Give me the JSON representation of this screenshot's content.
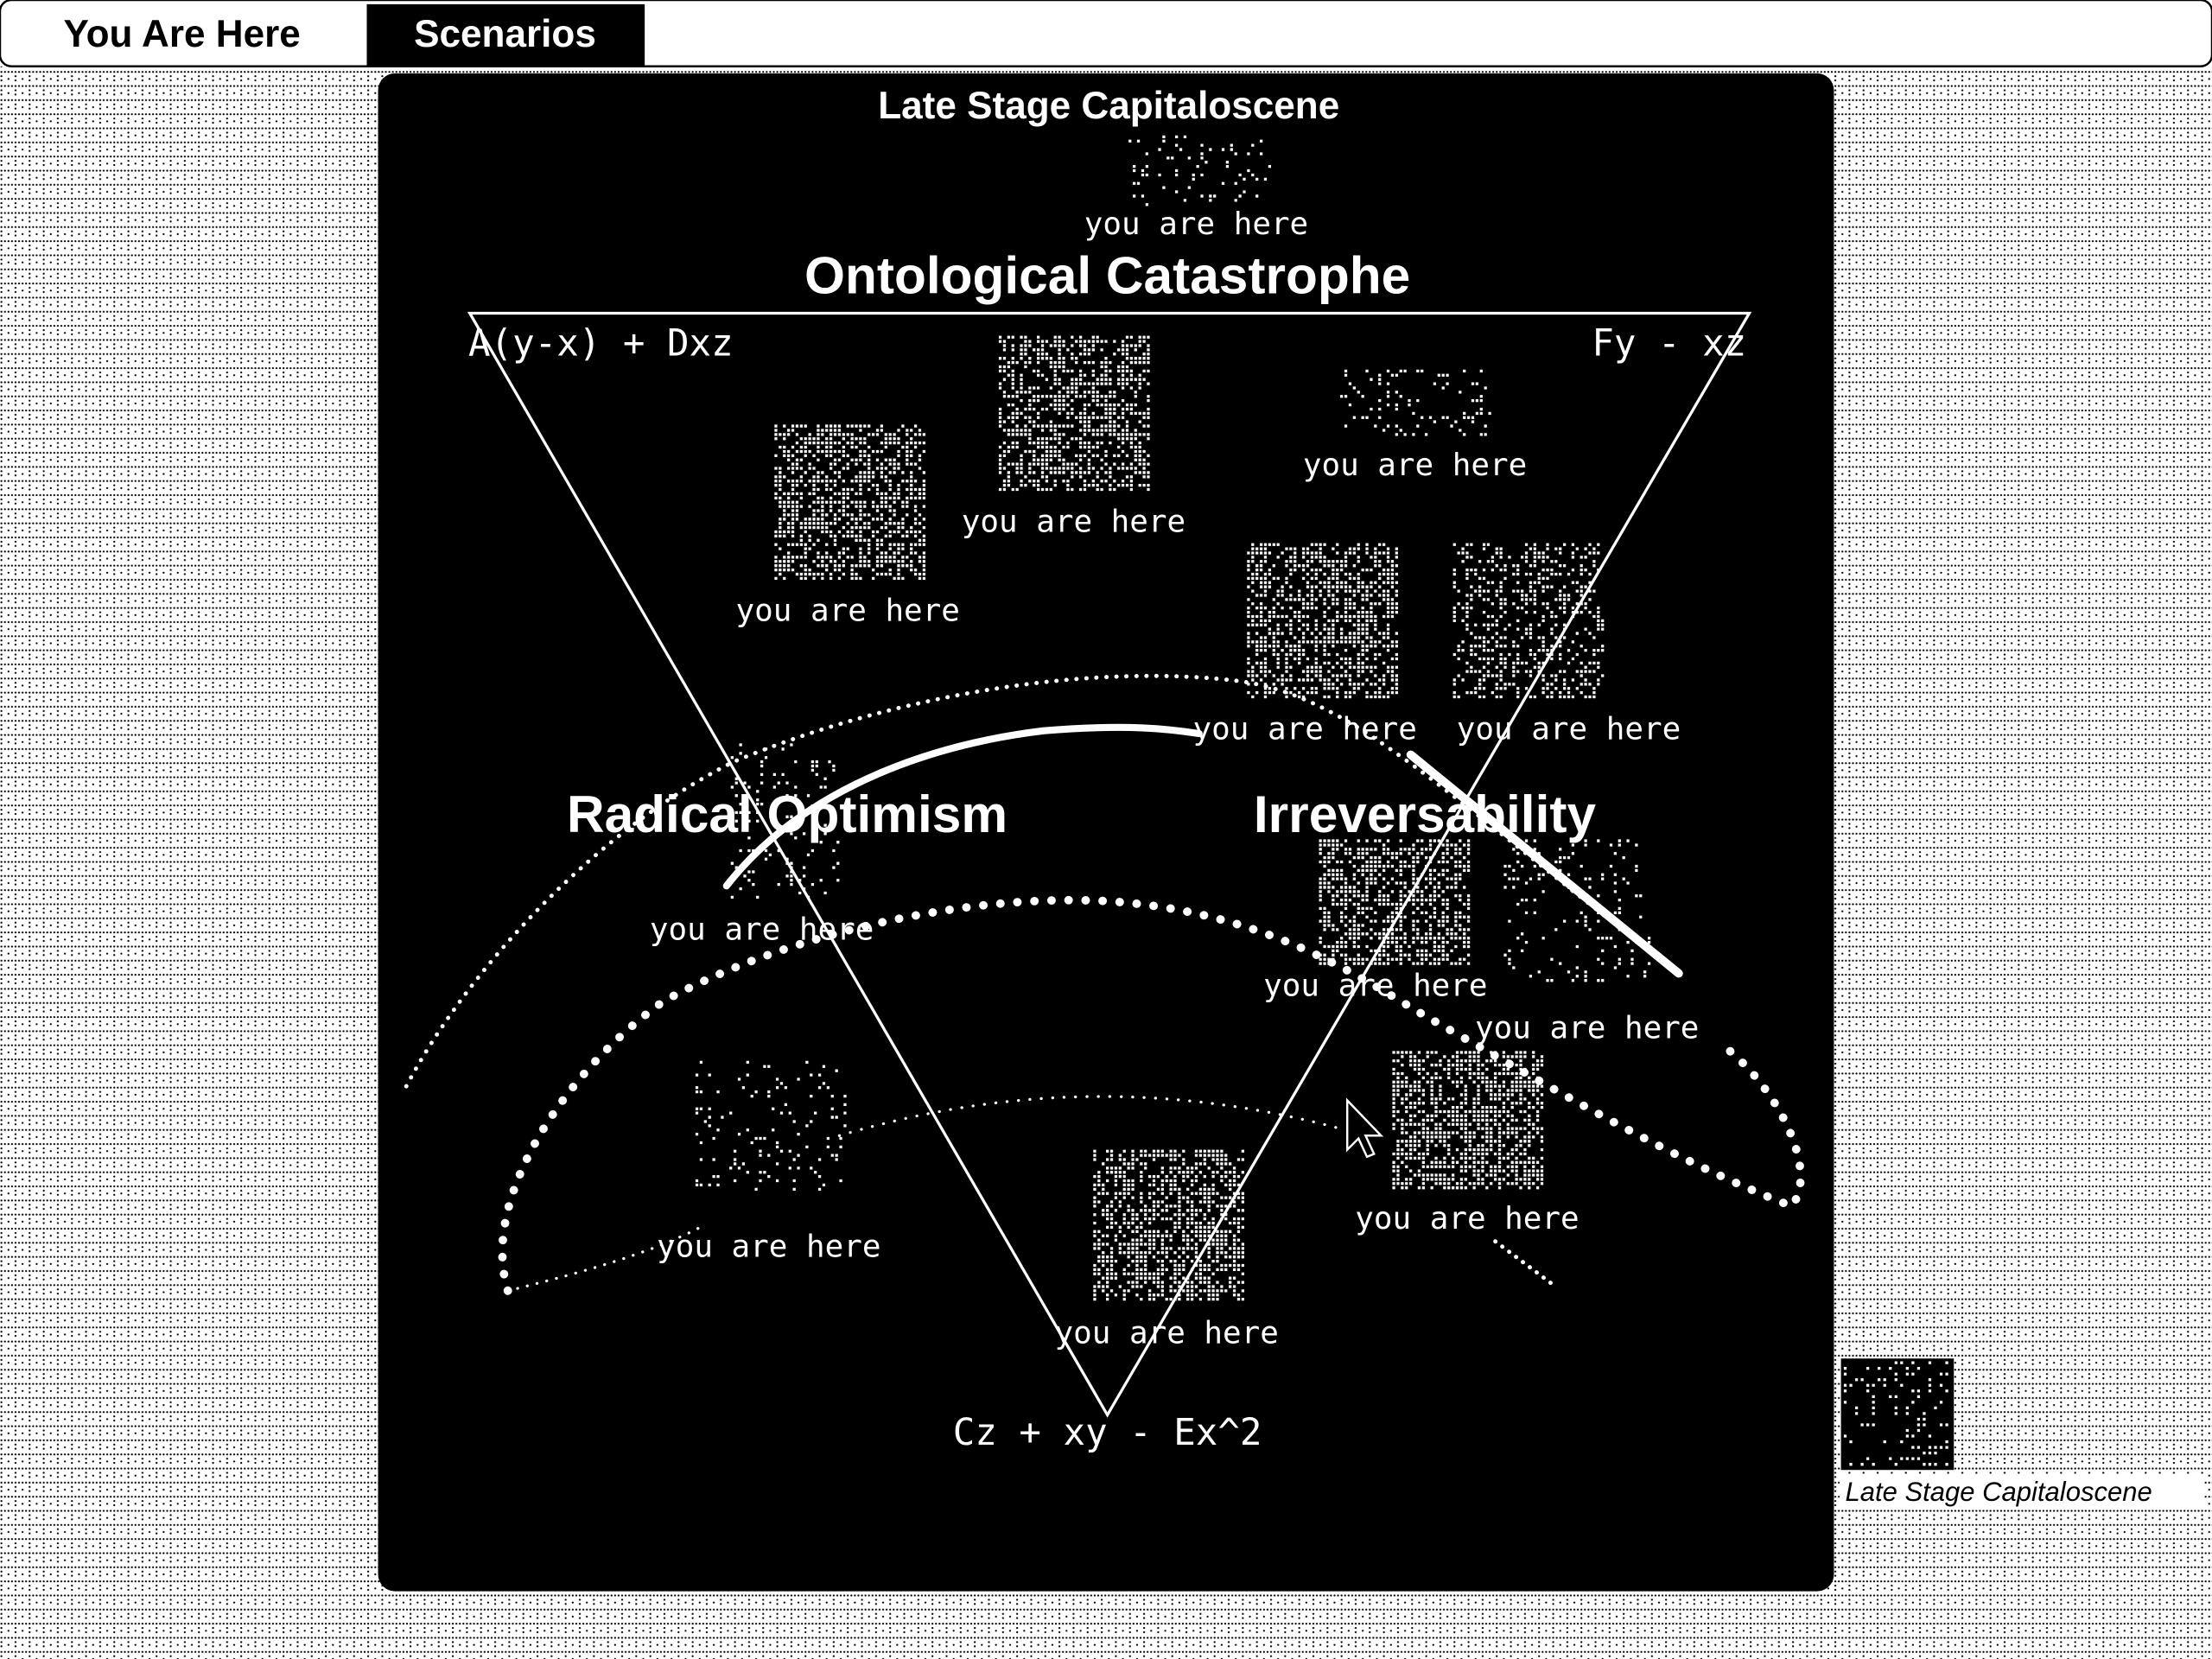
{
  "menubar": {
    "items": [
      {
        "label": "You Are Here",
        "selected": false
      },
      {
        "label": "Scenarios",
        "selected": true
      }
    ]
  },
  "window": {
    "title": "Late Stage Capitaloscene",
    "regions": {
      "top": "Ontological Catastrophe",
      "left": "Radical Optimism",
      "right": "Irreversability"
    },
    "equations": {
      "top_left": "A(y-x) + Dxz",
      "top_right": "Fy - xz",
      "bottom": "Cz + xy - Ex^2"
    },
    "markers": [
      {
        "label": "you are here",
        "texture": "dense"
      },
      {
        "label": "you are here",
        "texture": "dense"
      },
      {
        "label": "you are here",
        "texture": "sparse"
      },
      {
        "label": "you are here",
        "texture": "dense"
      },
      {
        "label": "you are here",
        "texture": "medium"
      },
      {
        "label": "you are here",
        "texture": "sparse"
      },
      {
        "label": "you are here",
        "texture": "dense"
      },
      {
        "label": "you are here",
        "texture": "sparse"
      },
      {
        "label": "you are here",
        "texture": "sparse"
      },
      {
        "label": "you are here",
        "texture": "dense"
      },
      {
        "label": "you are here",
        "texture": "dense"
      },
      {
        "label": "you are here",
        "texture": "sparse"
      }
    ]
  },
  "desktop": {
    "icon_label": "Late Stage Capitaloscene"
  },
  "colors": {
    "foreground": "#000000",
    "background": "#ffffff"
  }
}
